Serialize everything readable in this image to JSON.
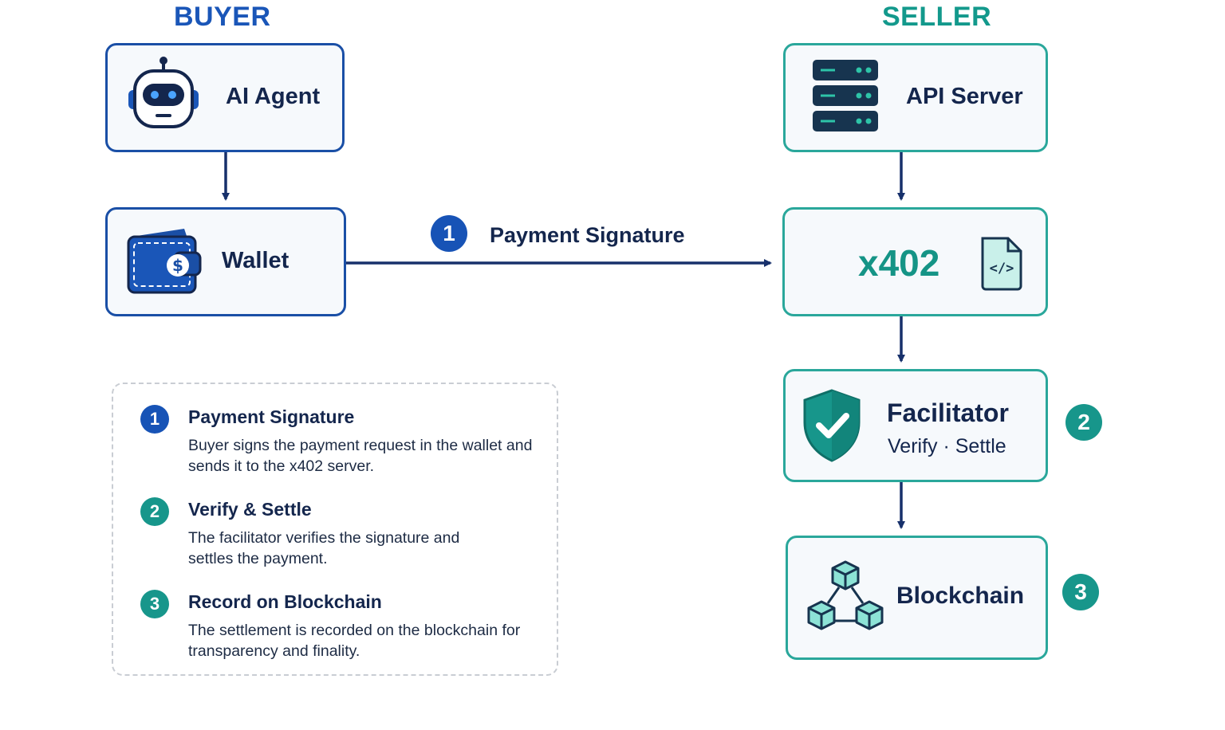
{
  "headings": {
    "buyer": "BUYER",
    "seller": "SELLER"
  },
  "nodes": {
    "ai_agent": "AI Agent",
    "wallet": "Wallet",
    "api_server": "API Server",
    "x402": "x402",
    "facilitator_title": "Facilitator",
    "facilitator_sub": "Verify · Settle",
    "blockchain": "Blockchain"
  },
  "flow": {
    "step_number": "1",
    "label": "Payment Signature"
  },
  "side_badges": {
    "facilitator": "2",
    "blockchain": "3"
  },
  "legend": {
    "steps": [
      {
        "number": "1",
        "title": "Payment Signature",
        "description": "Buyer signs the payment request in the wallet and sends it to the x402 server."
      },
      {
        "number": "2",
        "title": "Verify & Settle",
        "description": "The facilitator verifies the signature and settles the payment."
      },
      {
        "number": "3",
        "title": "Record on Blockchain",
        "description": "The settlement is recorded on the blockchain for transparency and finality."
      }
    ]
  },
  "colors": {
    "buyer_blue": "#1a4fa6",
    "seller_teal": "#2aa79b",
    "arrow_navy": "#17306b",
    "badge_blue": "#1753b6",
    "badge_teal": "#17968b"
  },
  "icons": {
    "ai_agent": "robot-icon",
    "wallet": "wallet-dollar-icon",
    "api_server": "server-rack-icon",
    "x402": "code-file-icon",
    "facilitator": "shield-check-icon",
    "blockchain": "cubes-icon"
  }
}
